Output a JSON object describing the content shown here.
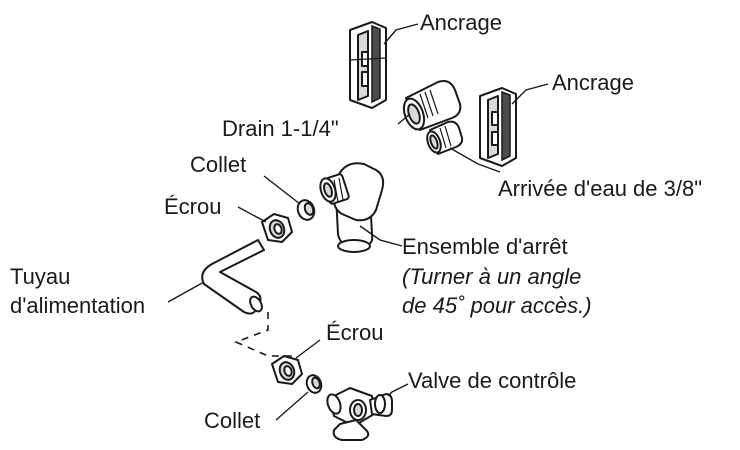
{
  "labels": {
    "anchor_top": "Ancrage",
    "anchor_right": "Ancrage",
    "drain": "Drain 1-1/4\"",
    "water_inlet": "Arrivée d'eau de 3/8\"",
    "collet_top": "Collet",
    "nut_top": "Écrou",
    "stop_assembly": "Ensemble d'arrêt",
    "stop_note_line1": "(Turner à un angle",
    "stop_note_line2": "de 45˚ pour accès.)",
    "supply_tube_line1": "Tuyau",
    "supply_tube_line2": "d'alimentation",
    "nut_bottom": "Écrou",
    "control_valve": "Valve de contrôle",
    "collet_bottom": "Collet"
  }
}
